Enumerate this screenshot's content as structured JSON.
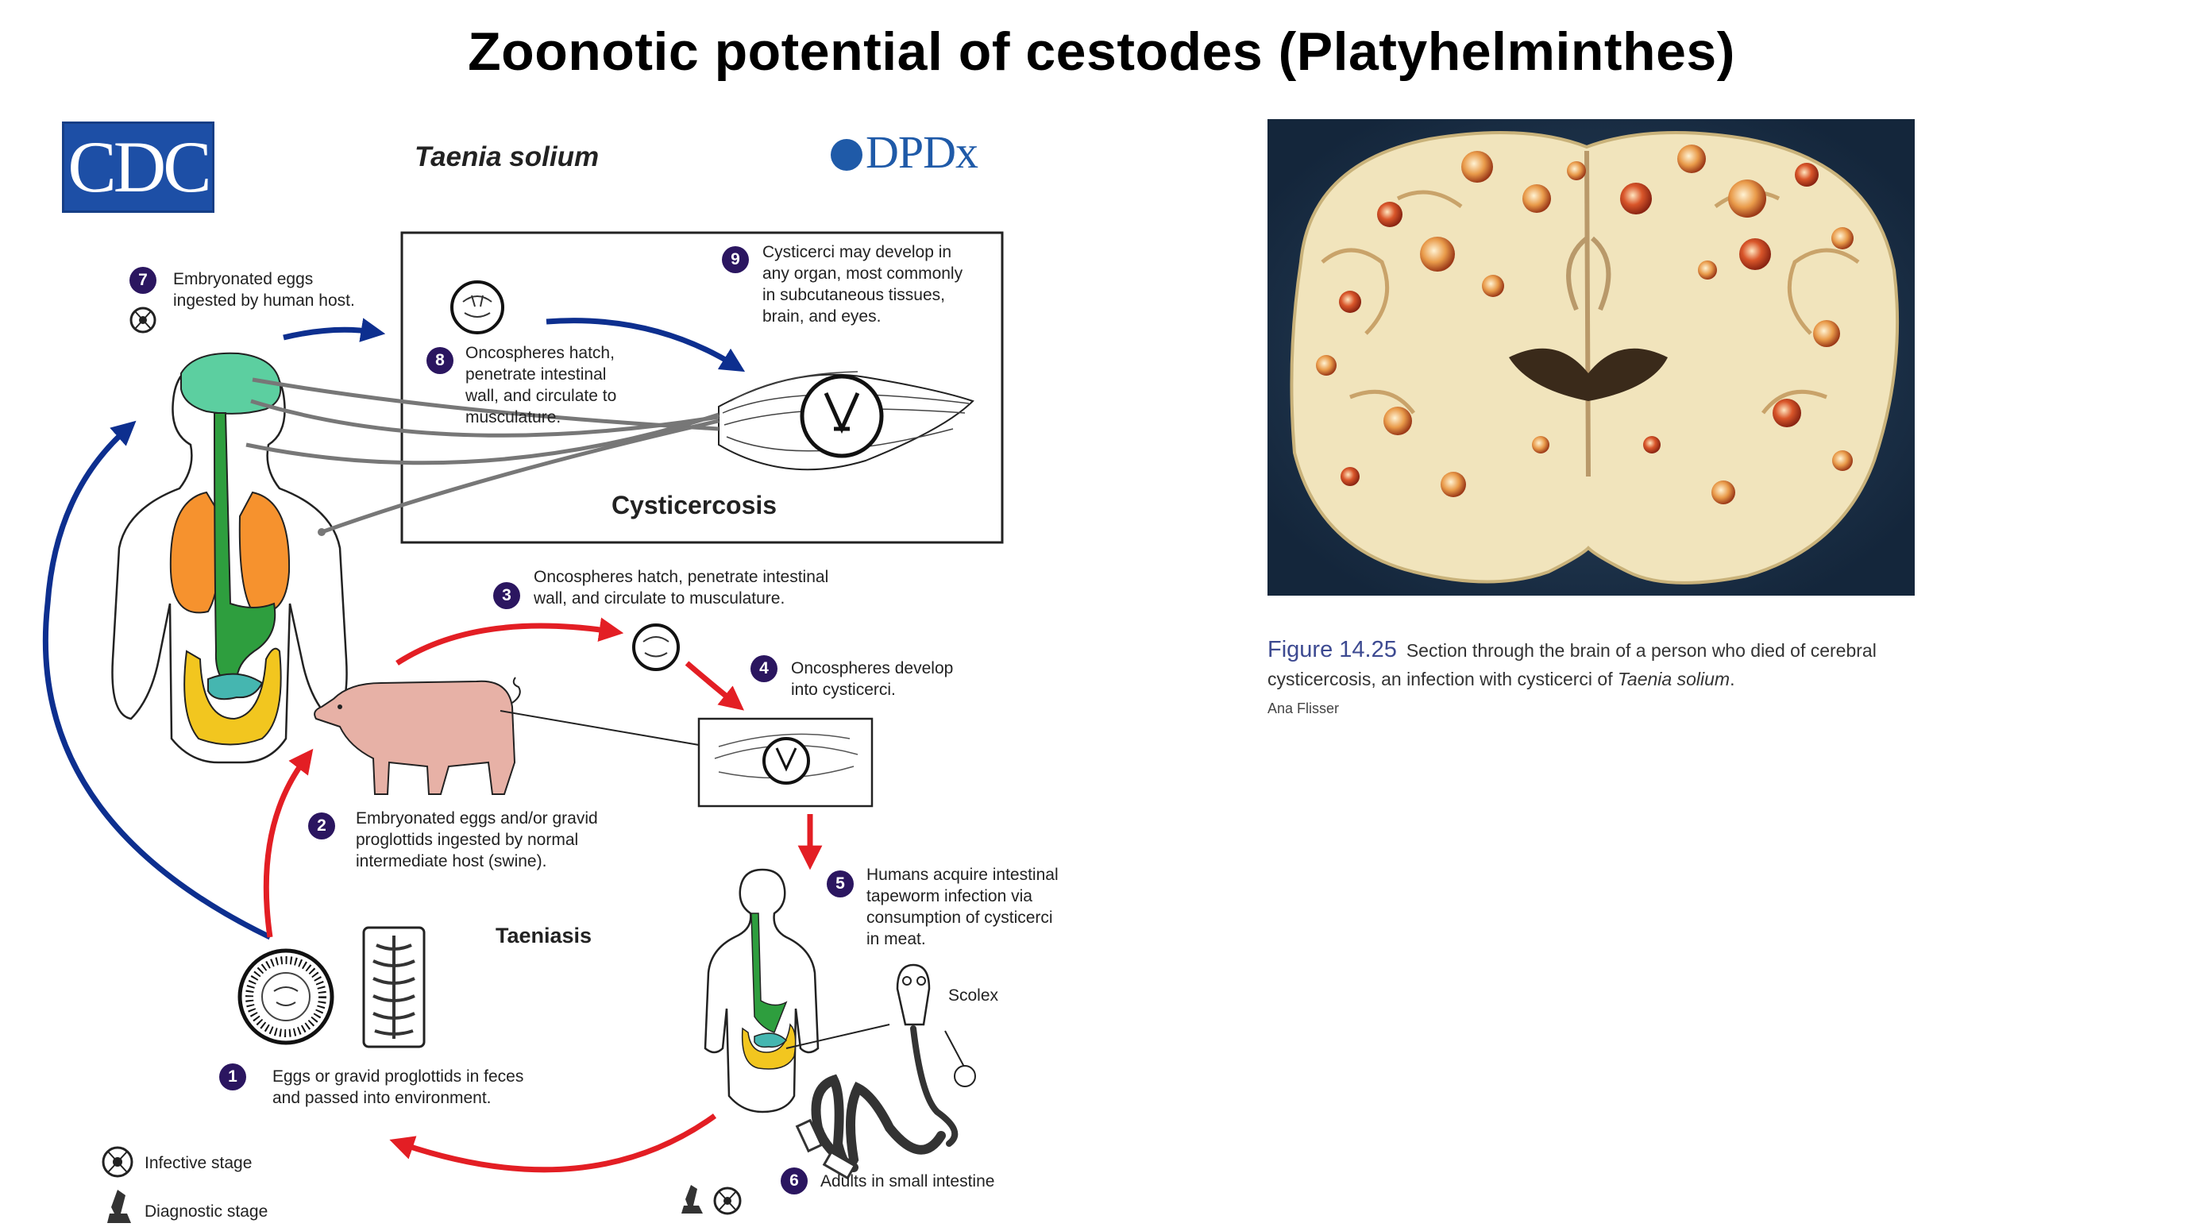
{
  "slide": {
    "title": "Zoonotic potential of cestodes (Platyhelminthes)"
  },
  "lifecycle": {
    "logo_left": "CDC",
    "logo_right": "DPDx",
    "species": "Taenia solium",
    "box_title": "Cysticercosis",
    "section_label": "Taeniasis",
    "scolex_label": "Scolex",
    "steps": [
      {
        "num": "1",
        "lines": [
          "Eggs or gravid proglottids in feces",
          "and passed into environment."
        ]
      },
      {
        "num": "2",
        "lines": [
          "Embryonated eggs and/or gravid",
          "proglottids ingested by normal",
          "intermediate host (swine)."
        ]
      },
      {
        "num": "3",
        "lines": [
          "Oncospheres hatch, penetrate intestinal",
          "wall, and circulate to musculature."
        ]
      },
      {
        "num": "4",
        "lines": [
          "Oncospheres develop",
          "into cysticerci."
        ]
      },
      {
        "num": "5",
        "lines": [
          "Humans acquire intestinal",
          "tapeworm infection via",
          "consumption of cysticerci",
          "in meat."
        ]
      },
      {
        "num": "6",
        "lines": [
          "Adults in small intestine"
        ]
      },
      {
        "num": "7",
        "lines": [
          "Embryonated eggs",
          "ingested by human host."
        ]
      },
      {
        "num": "8",
        "lines": [
          "Oncospheres hatch,",
          "penetrate intestinal",
          "wall, and circulate to",
          "musculature."
        ]
      },
      {
        "num": "9",
        "lines": [
          "Cysticerci may develop in",
          "any organ, most commonly",
          "in subcutaneous tissues,",
          "brain, and eyes."
        ]
      }
    ],
    "legend": {
      "infective": "Infective stage",
      "diagnostic": "Diagnostic stage"
    },
    "colors": {
      "human_route": "#0d2f8f",
      "swine_route": "#e31e24",
      "badge": "#2b1660"
    }
  },
  "figure": {
    "number": "Figure 14.25",
    "caption_prefix": "Section through the brain of a person who died of cerebral cysticercosis, an infection with cysticerci of ",
    "caption_species": "Taenia solium",
    "caption_suffix": ".",
    "credit": "Ana Flisser"
  }
}
